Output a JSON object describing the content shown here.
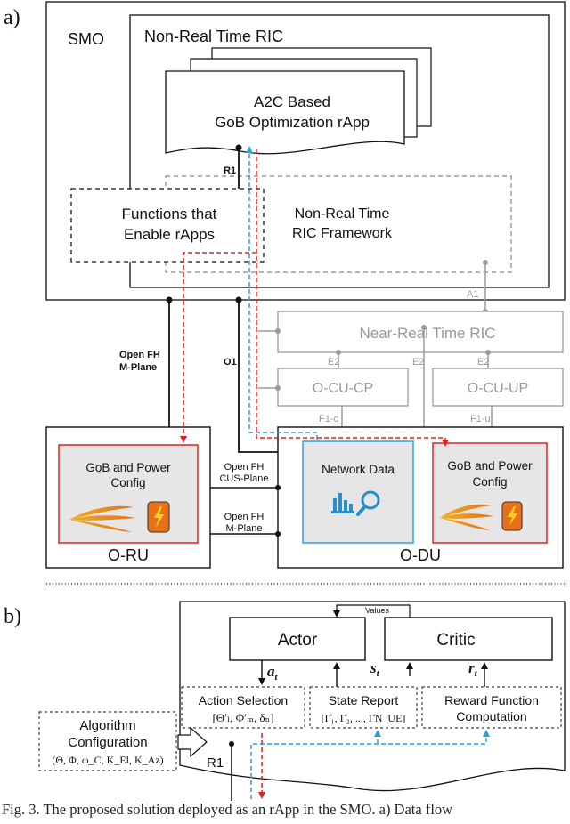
{
  "panel_a_label": "a)",
  "panel_b_label": "b)",
  "smo": "SMO",
  "non_rt_ric": "Non-Real Time RIC",
  "rapp_line1": "A2C Based",
  "rapp_line2": "GoB Optimization rApp",
  "r1": "R1",
  "functions_line1": "Functions that",
  "functions_line2": "Enable rApps",
  "framework_line1": "Non-Real Time",
  "framework_line2": "RIC Framework",
  "a1": "A1",
  "near_rt_ric": "Near-Real Time RIC",
  "open_fh_mplane_line1": "Open FH",
  "open_fh_mplane_line2": "M-Plane",
  "o1": "O1",
  "e2": "E2",
  "o_cu_cp": "O-CU-CP",
  "o_cu_up": "O-CU-UP",
  "f1c": "F1-c",
  "f1u": "F1-u",
  "gob_line1": "GoB and Power",
  "gob_line2": "Config",
  "network_data": "Network Data",
  "cus_line1": "Open FH",
  "cus_line2": "CUS-Plane",
  "mplane_line1": "Open FH",
  "mplane_line2": "M-Plane",
  "o_ru": "O-RU",
  "o_du": "O-DU",
  "values": "Values",
  "actor": "Actor",
  "critic": "Critic",
  "a_t": "a",
  "s_t": "s",
  "r_t": "r",
  "t_sub": "t",
  "action_selection": "Action Selection",
  "action_formula": "[Θ′ₗ, Φ′ₘ, δₙ]",
  "state_report": "State Report",
  "state_formula": "[Γ̂₁, Γ̂₂, ..., Γ̂N_UE]",
  "reward_line1": "Reward Function",
  "reward_line2": "Computation",
  "algo_line1": "Algorithm",
  "algo_line2": "Configuration",
  "algo_formula": "(Θ, Φ, ω_C, K_El, K_Az)",
  "r1_b": "R1",
  "caption": "Fig. 3.  The proposed solution deployed as an rApp in the SMO. a) Data flow",
  "colors": {
    "red_flow": "#e02020",
    "blue_flow": "#2a9fd8",
    "gray": "#9a9a9a",
    "red_box": "#e03030",
    "blue_box": "#3aa8e0"
  }
}
